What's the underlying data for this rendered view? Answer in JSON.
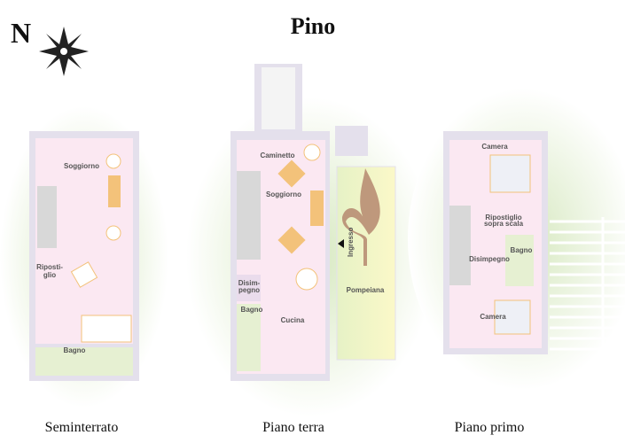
{
  "title": "Pino",
  "compass": {
    "letter": "N",
    "icon": "compass-star-icon"
  },
  "floors": [
    {
      "caption": "Seminterrato",
      "rooms": [
        "Soggiorno",
        "Riposti-",
        "glio",
        "Bagno"
      ]
    },
    {
      "caption": "Piano terra",
      "rooms": [
        "Caminetto",
        "Soggiorno",
        "Disim-",
        "pegno",
        "Bagno",
        "Cucina",
        "Ingresso",
        "Pompeiana"
      ]
    },
    {
      "caption": "Piano primo",
      "rooms": [
        "Camera",
        "Ripostiglio",
        "sopra scala",
        "Disimpegno",
        "Bagno",
        "Camera"
      ]
    }
  ],
  "colors": {
    "wall": "#e4e0ec",
    "room_pink": "#fbe8f2",
    "bath_green": "#e6f0d2",
    "furniture": "#f3c27a",
    "lawn": "#dcebc8",
    "pompeiana": "#f7f6c4",
    "lily": "#b5876e"
  }
}
